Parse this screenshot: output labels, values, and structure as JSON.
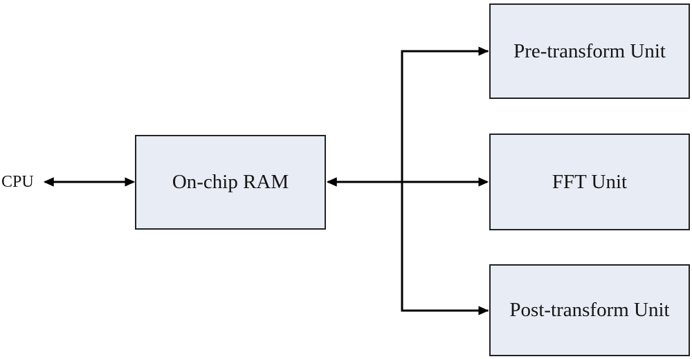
{
  "colors": {
    "background": "#ffffff",
    "box_fill": "#e8ecf5",
    "box_border": "#222222",
    "line": "#000000",
    "text": "#151515"
  },
  "nodes": {
    "cpu": {
      "label": "CPU",
      "type": "text-label"
    },
    "ram": {
      "label": "On-chip RAM",
      "type": "box"
    },
    "pre": {
      "label": "Pre-transform Unit",
      "type": "box"
    },
    "fft": {
      "label": "FFT Unit",
      "type": "box"
    },
    "post": {
      "label": "Post-transform Unit",
      "type": "box"
    }
  },
  "edges": [
    {
      "from": "cpu",
      "to": "ram",
      "direction": "bidirectional"
    },
    {
      "from": "ram",
      "to": "pre",
      "direction": "to"
    },
    {
      "from": "ram",
      "to": "fft",
      "direction": "bidirectional"
    },
    {
      "from": "ram",
      "to": "post",
      "direction": "to"
    }
  ]
}
